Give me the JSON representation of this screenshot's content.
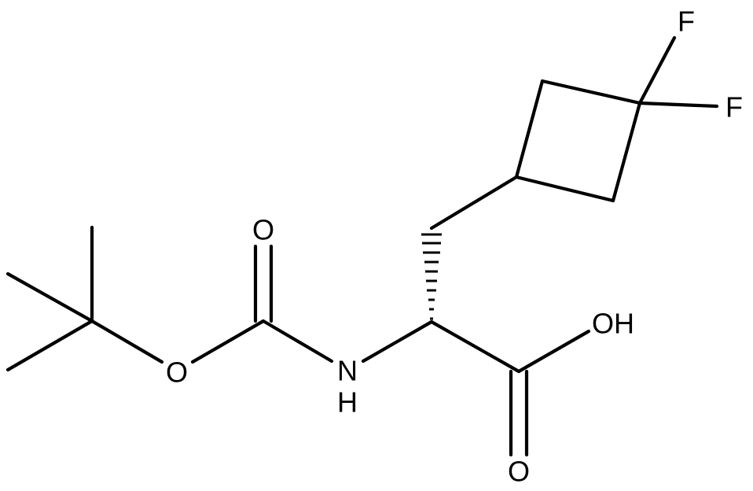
{
  "molecule": {
    "atoms": {
      "F_top": "F",
      "F_right": "F",
      "O_carbonyl_boc": "O",
      "O_ester": "O",
      "N": "N",
      "H_amine": "H",
      "OH": "OH",
      "O_carbonyl_acid": "O"
    }
  }
}
